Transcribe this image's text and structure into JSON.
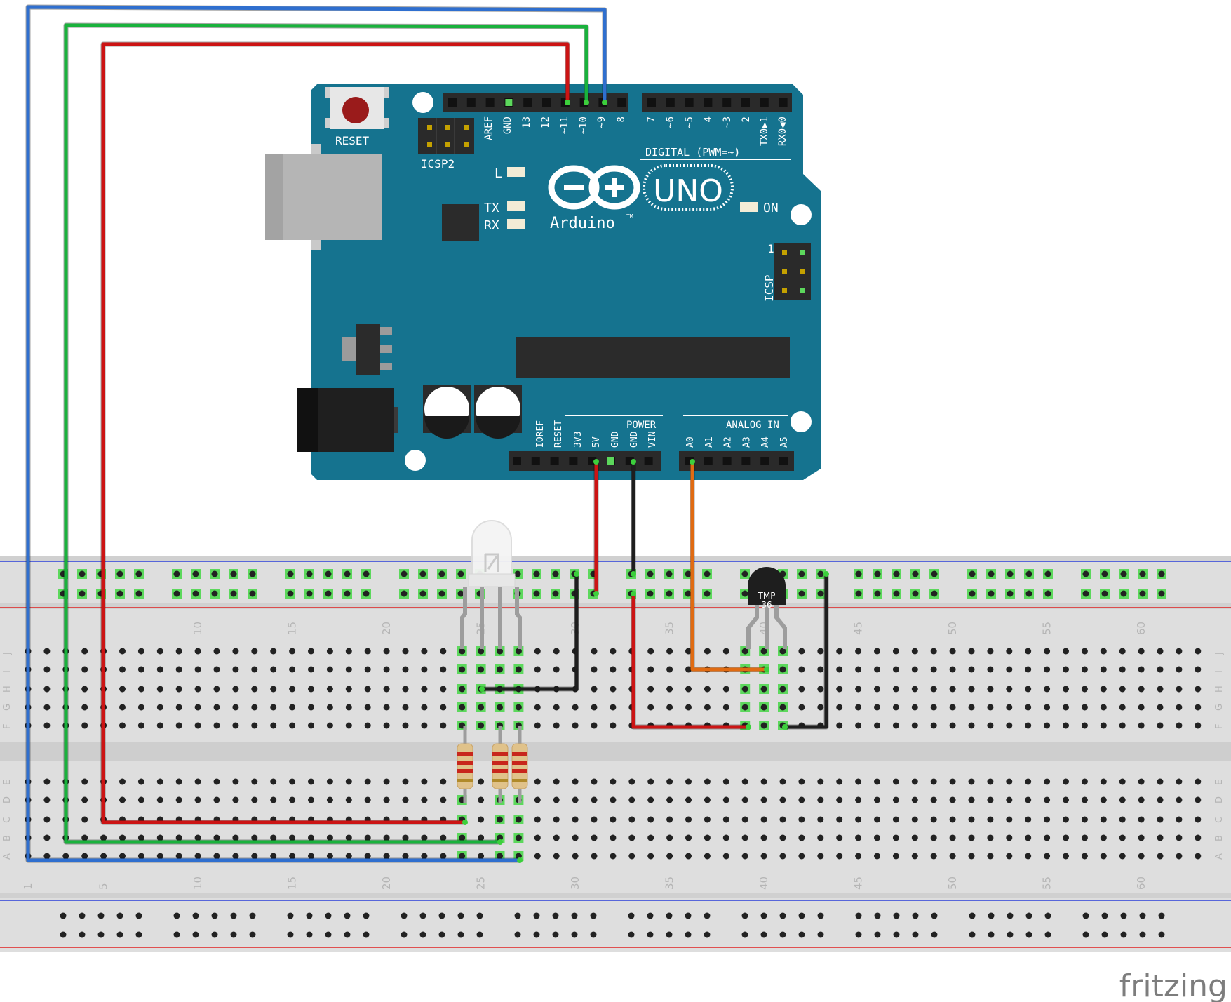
{
  "board": {
    "reset_label": "RESET",
    "icsp2_label": "ICSP2",
    "icsp_label": "ICSP",
    "icsp_pin1": "1",
    "led_l": "L",
    "led_tx": "TX",
    "led_rx": "RX",
    "on_label": "ON",
    "brand": "Arduino",
    "tm": "TM",
    "model": "UNO",
    "digital_label": "DIGITAL (PWM=~)",
    "power_label": "POWER",
    "analog_label": "ANALOG IN",
    "top_pins": [
      "AREF",
      "GND",
      "13",
      "12",
      "~11",
      "~10",
      "~9",
      "8",
      "7",
      "~6",
      "~5",
      "4",
      "~3",
      "2",
      "TX0▶1",
      "RX0◀0"
    ],
    "power_pins": [
      "IOREF",
      "RESET",
      "3V3",
      "5V",
      "GND",
      "GND",
      "VIN"
    ],
    "analog_pins": [
      "A0",
      "A1",
      "A2",
      "A3",
      "A4",
      "A5"
    ]
  },
  "breadboard": {
    "column_numbers_top": [
      "10",
      "15",
      "20",
      "25",
      "30",
      "35",
      "40",
      "45",
      "50",
      "55",
      "60"
    ],
    "column_numbers_bottom": [
      "1",
      "5",
      "10",
      "15",
      "20",
      "25",
      "30",
      "35",
      "40",
      "45",
      "50",
      "55",
      "60"
    ],
    "rows_top": [
      "J",
      "I",
      "H",
      "G",
      "F"
    ],
    "rows_bottom": [
      "E",
      "D",
      "C",
      "B",
      "A"
    ]
  },
  "sensor": {
    "label_line1": "TMP",
    "label_line2": "36"
  },
  "wires": [
    {
      "name": "wire-blue-pin9",
      "color": "#2f6fcf"
    },
    {
      "name": "wire-green-pin10",
      "color": "#19b23c"
    },
    {
      "name": "wire-red-pin11",
      "color": "#cc1414"
    },
    {
      "name": "wire-red-5v",
      "color": "#cc1414"
    },
    {
      "name": "wire-black-gnd",
      "color": "#1e1e1e"
    },
    {
      "name": "wire-orange-a0",
      "color": "#e06b12"
    }
  ],
  "colors": {
    "board": "#15738f",
    "breadboard": "#dedede",
    "rail_blue": "#2a3fd8",
    "rail_red": "#e02020",
    "hole_connected": "#5cd85c"
  },
  "branding": "fritzing"
}
